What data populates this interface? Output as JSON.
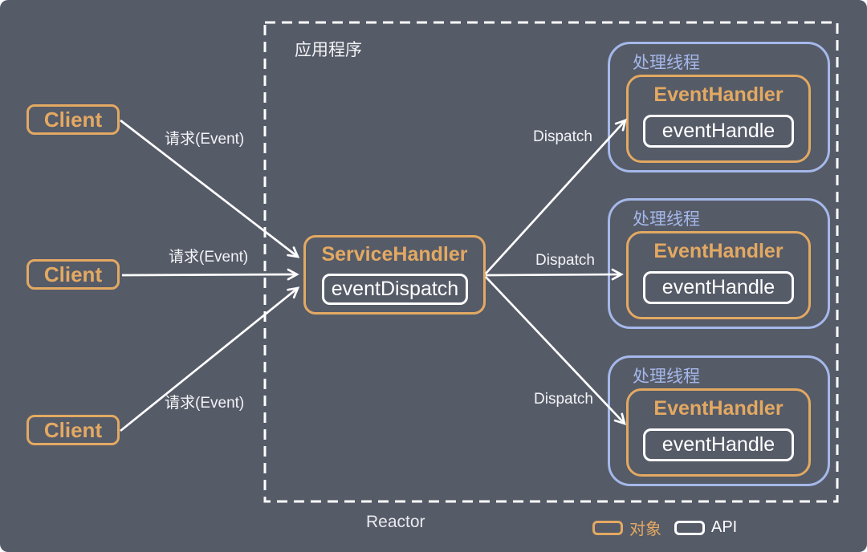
{
  "colors": {
    "background": "#565B68",
    "object_accent": "#E3A962",
    "thread_accent": "#A5B8EA",
    "api_accent": "#FFFFFF",
    "text_light": "#F2F3F5"
  },
  "reactor": {
    "app_label": "应用程序",
    "caption": "Reactor"
  },
  "clients": [
    {
      "label": "Client"
    },
    {
      "label": "Client"
    },
    {
      "label": "Client"
    }
  ],
  "requests": [
    {
      "text": "请求(Event)"
    },
    {
      "text": "请求(Event)"
    },
    {
      "text": "请求(Event)"
    }
  ],
  "dispatches": [
    {
      "text": "Dispatch"
    },
    {
      "text": "Dispatch"
    },
    {
      "text": "Dispatch"
    }
  ],
  "service_handler": {
    "title": "ServiceHandler",
    "api_label": "eventDispatch"
  },
  "threads": [
    {
      "label": "处理线程",
      "handler_title": "EventHandler",
      "api_label": "eventHandle"
    },
    {
      "label": "处理线程",
      "handler_title": "EventHandler",
      "api_label": "eventHandle"
    },
    {
      "label": "处理线程",
      "handler_title": "EventHandler",
      "api_label": "eventHandle"
    }
  ],
  "legend": {
    "object_label": "对象",
    "api_label": "API"
  }
}
